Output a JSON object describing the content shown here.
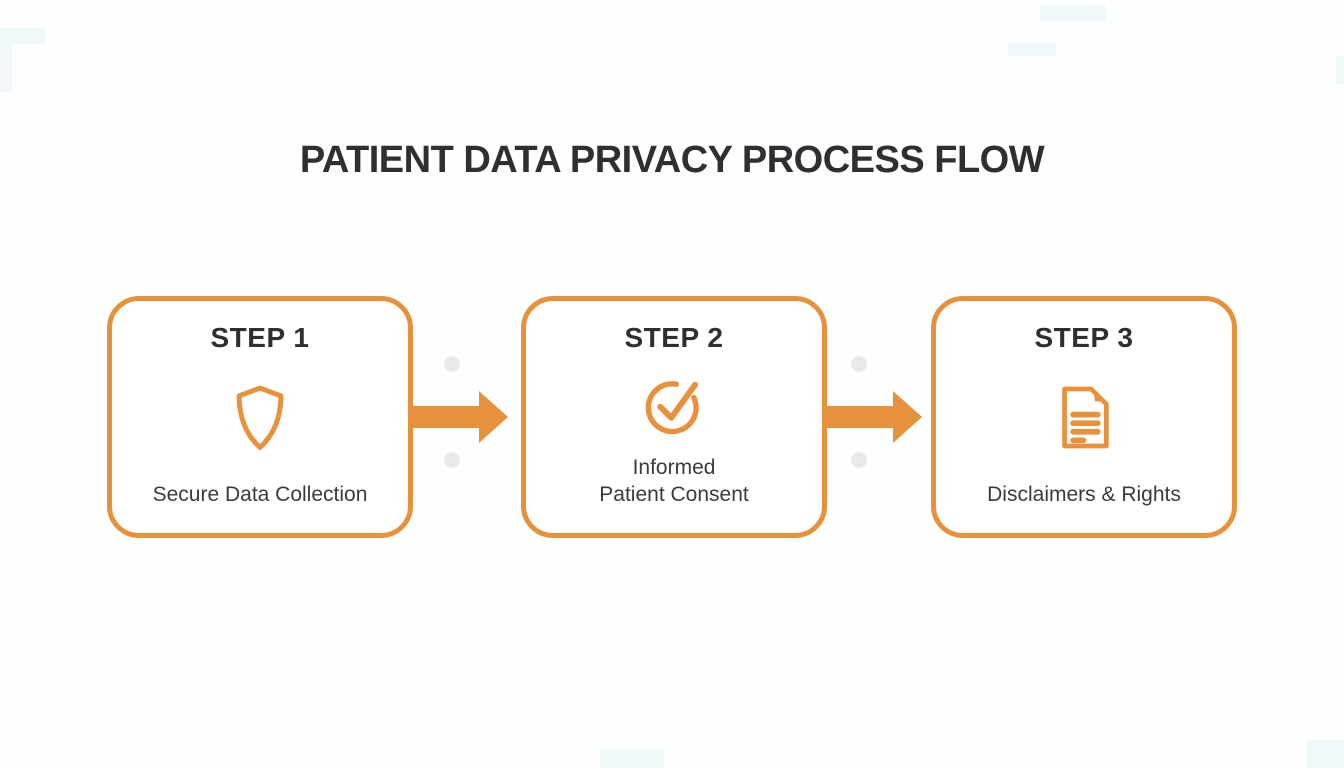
{
  "title": "PATIENT DATA PRIVACY PROCESS FLOW",
  "colors": {
    "accent": "#E8913C",
    "heading": "#2E2E33",
    "label": "#3B3B3B",
    "ring": "#E9E9E9",
    "background": "#FDFEFE",
    "box_background": "#FFFFFF"
  },
  "steps": [
    {
      "heading": "STEP 1",
      "label": "Secure Data Collection",
      "icon": "shield-icon"
    },
    {
      "heading": "STEP 2",
      "label": "Informed\nPatient Consent",
      "icon": "check-circle-icon"
    },
    {
      "heading": "STEP 3",
      "label": "Disclaimers & Rights",
      "icon": "document-icon"
    }
  ],
  "connectors": [
    {
      "type": "arrow-right"
    },
    {
      "type": "arrow-right"
    }
  ]
}
